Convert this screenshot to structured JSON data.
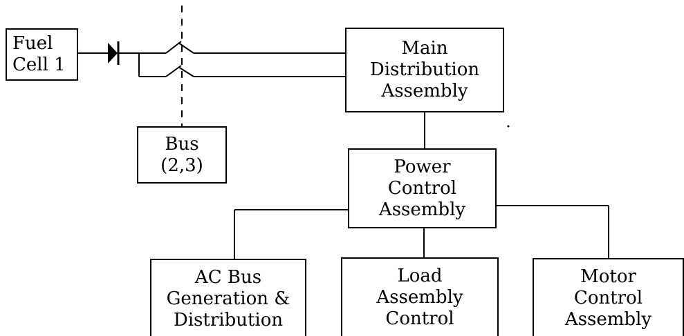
{
  "diagram": {
    "fuel_cell": {
      "line1": "Fuel",
      "line2": "Cell 1"
    },
    "main_distribution": {
      "line1": "Main",
      "line2": "Distribution",
      "line3": "Assembly"
    },
    "bus": {
      "line1": "Bus",
      "line2": "(2,3)"
    },
    "power_control": {
      "line1": "Power",
      "line2": "Control",
      "line3": "Assembly"
    },
    "ac_bus": {
      "line1": "AC Bus",
      "line2": "Generation &",
      "line3": "Distribution"
    },
    "load_assembly": {
      "line1": "Load",
      "line2": "Assembly",
      "line3": "Control"
    },
    "motor_control": {
      "line1": "Motor",
      "line2": "Control",
      "line3": "Assembly"
    }
  }
}
